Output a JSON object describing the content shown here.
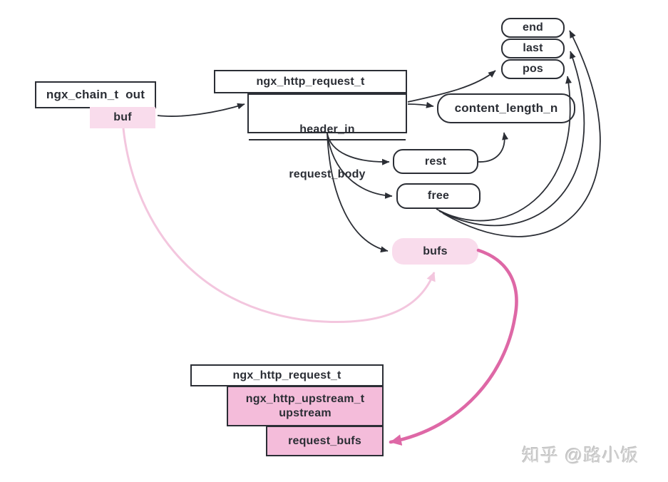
{
  "diagram": {
    "title_hint": "nginx upstream request buffer chain diagram",
    "nodes": {
      "chain_out": {
        "label": "ngx_chain_t  out"
      },
      "buf": {
        "label": "buf"
      },
      "request_top": {
        "label": "ngx_http_request_t"
      },
      "header_in": {
        "label": "header_in"
      },
      "request_body": {
        "label": "request_body"
      },
      "end": {
        "label": "end"
      },
      "last": {
        "label": "last"
      },
      "pos": {
        "label": "pos"
      },
      "content_length_n": {
        "label": "content_length_n"
      },
      "rest": {
        "label": "rest"
      },
      "free": {
        "label": "free"
      },
      "bufs": {
        "label": "bufs"
      },
      "request_bottom": {
        "label": "ngx_http_request_t"
      },
      "upstream": {
        "line1": "ngx_http_upstream_t",
        "line2": "upstream"
      },
      "request_bufs": {
        "label": "request_bufs"
      }
    },
    "edges": [
      "buf -> header_in",
      "header_in -> content_length_n",
      "header_in -> pos",
      "request_body -> rest",
      "request_body -> free",
      "request_body -> bufs",
      "rest -> content_length_n",
      "free -> pos",
      "free -> last",
      "free -> end",
      "buf -> bufs (light pink)",
      "bufs -> request_bufs (thick pink)"
    ],
    "colors": {
      "ink": "#2b2e35",
      "box_fill_white": "#ffffff",
      "pink_light_fill": "#f9dcec",
      "pink_medium_fill": "#f4bcda",
      "arrow_pink_strong": "#de68a6",
      "arrow_pink_light": "#f3c6de",
      "watermark_gray": "#d0d0d0"
    },
    "watermark": "知乎 @路小饭"
  }
}
